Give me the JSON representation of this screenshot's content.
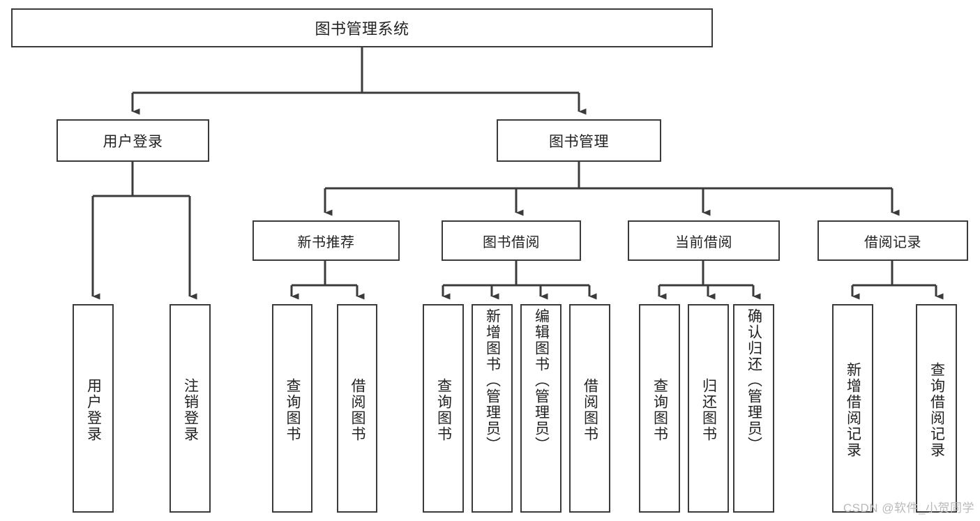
{
  "diagram": {
    "type": "tree",
    "title": "图书管理系统",
    "stroke_color": "#3b3b3b",
    "fill_color": "#ffffff",
    "background": "#ffffff",
    "root": {
      "label": "图书管理系统"
    },
    "tier1": [
      {
        "label": "用户登录"
      },
      {
        "label": "图书管理"
      }
    ],
    "tier2": [
      {
        "label": "新书推荐"
      },
      {
        "label": "图书借阅"
      },
      {
        "label": "当前借阅"
      },
      {
        "label": "借阅记录"
      }
    ],
    "leaves": {
      "user_login": [
        {
          "label": "用户登录"
        },
        {
          "label": "注销登录"
        }
      ],
      "new_book_recommend": [
        {
          "label": "查询图书"
        },
        {
          "label": "借阅图书"
        }
      ],
      "book_borrow": [
        {
          "label": "查询图书"
        },
        {
          "label": "新增图书（管理员）"
        },
        {
          "label": "编辑图书（管理员）"
        },
        {
          "label": "借阅图书"
        }
      ],
      "current_borrow": [
        {
          "label": "查询图书"
        },
        {
          "label": "归还图书"
        },
        {
          "label": "确认归还（管理员）"
        }
      ],
      "borrow_record": [
        {
          "label": "新增借阅记录"
        },
        {
          "label": "查询借阅记录"
        }
      ]
    }
  },
  "watermark": {
    "text": "CSDN @软件_小贺同学"
  }
}
